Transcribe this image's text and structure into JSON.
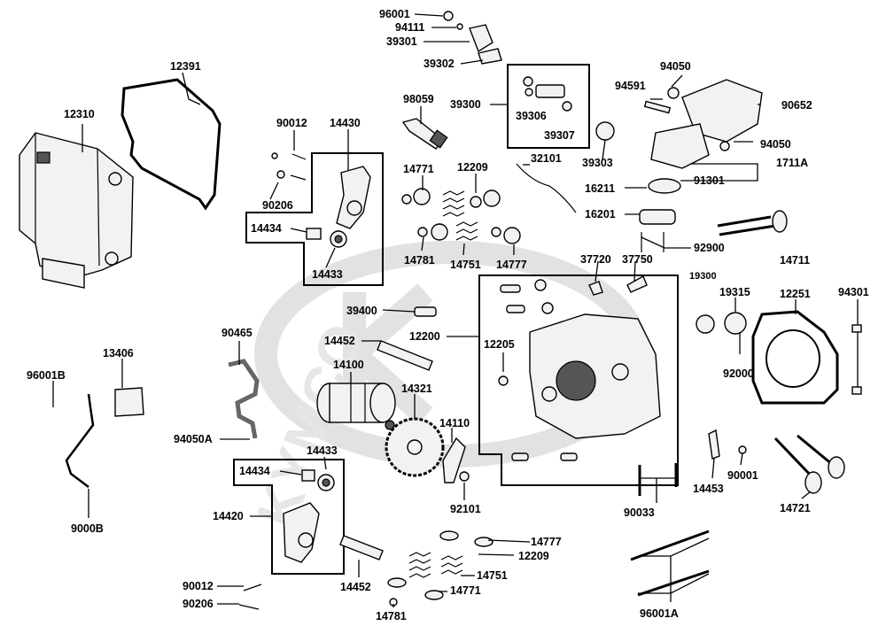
{
  "watermark": {
    "brand_text": "KYMCO"
  },
  "parts": [
    {
      "id": "p96001",
      "label": "96001"
    },
    {
      "id": "p94111",
      "label": "94111"
    },
    {
      "id": "p39301",
      "label": "39301"
    },
    {
      "id": "p39302",
      "label": "39302"
    },
    {
      "id": "p39300",
      "label": "39300"
    },
    {
      "id": "p39306",
      "label": "39306"
    },
    {
      "id": "p39307",
      "label": "39307"
    },
    {
      "id": "p39303",
      "label": "39303"
    },
    {
      "id": "p94050a",
      "label": "94050"
    },
    {
      "id": "p94591",
      "label": "94591"
    },
    {
      "id": "p90652",
      "label": "90652"
    },
    {
      "id": "p94050b",
      "label": "94050"
    },
    {
      "id": "p1711A",
      "label": "1711A"
    },
    {
      "id": "p91301",
      "label": "91301"
    },
    {
      "id": "p16211",
      "label": "16211"
    },
    {
      "id": "p16201",
      "label": "16201"
    },
    {
      "id": "p92900",
      "label": "92900"
    },
    {
      "id": "p14711",
      "label": "14711"
    },
    {
      "id": "p12391",
      "label": "12391"
    },
    {
      "id": "p12310",
      "label": "12310"
    },
    {
      "id": "p90012a",
      "label": "90012"
    },
    {
      "id": "p14430",
      "label": "14430"
    },
    {
      "id": "p98059",
      "label": "98059"
    },
    {
      "id": "p90206a",
      "label": "90206"
    },
    {
      "id": "p14434a",
      "label": "14434"
    },
    {
      "id": "p14433a",
      "label": "14433"
    },
    {
      "id": "p14771a",
      "label": "14771"
    },
    {
      "id": "p12209a",
      "label": "12209"
    },
    {
      "id": "p32101",
      "label": "32101"
    },
    {
      "id": "p14781a",
      "label": "14781"
    },
    {
      "id": "p14751a",
      "label": "14751"
    },
    {
      "id": "p14777a",
      "label": "14777"
    },
    {
      "id": "p37720",
      "label": "37720"
    },
    {
      "id": "p37750",
      "label": "37750"
    },
    {
      "id": "p19300",
      "label": "19300"
    },
    {
      "id": "p19315",
      "label": "19315"
    },
    {
      "id": "p12251",
      "label": "12251"
    },
    {
      "id": "p94301",
      "label": "94301"
    },
    {
      "id": "p39400",
      "label": "39400"
    },
    {
      "id": "p90465",
      "label": "90465"
    },
    {
      "id": "p14452a",
      "label": "14452"
    },
    {
      "id": "p12200",
      "label": "12200"
    },
    {
      "id": "p12205",
      "label": "12205"
    },
    {
      "id": "p14100",
      "label": "14100"
    },
    {
      "id": "p14321",
      "label": "14321"
    },
    {
      "id": "p92000",
      "label": "92000"
    },
    {
      "id": "p13406",
      "label": "13406"
    },
    {
      "id": "p96001B",
      "label": "96001B"
    },
    {
      "id": "p14110",
      "label": "14110"
    },
    {
      "id": "p94050A",
      "label": "94050A"
    },
    {
      "id": "p14433b",
      "label": "14433"
    },
    {
      "id": "p14434b",
      "label": "14434"
    },
    {
      "id": "p90001",
      "label": "90001"
    },
    {
      "id": "p14453",
      "label": "14453"
    },
    {
      "id": "p92101",
      "label": "92101"
    },
    {
      "id": "p14721",
      "label": "14721"
    },
    {
      "id": "p90033",
      "label": "90033"
    },
    {
      "id": "p14420",
      "label": "14420"
    },
    {
      "id": "p9000B",
      "label": "9000B"
    },
    {
      "id": "p14777b",
      "label": "14777"
    },
    {
      "id": "p12209b",
      "label": "12209"
    },
    {
      "id": "p14751b",
      "label": "14751"
    },
    {
      "id": "p14771b",
      "label": "14771"
    },
    {
      "id": "p14452b",
      "label": "14452"
    },
    {
      "id": "p90012b",
      "label": "90012"
    },
    {
      "id": "p90206b",
      "label": "90206"
    },
    {
      "id": "p14781b",
      "label": "14781"
    },
    {
      "id": "p96001A",
      "label": "96001A"
    }
  ]
}
